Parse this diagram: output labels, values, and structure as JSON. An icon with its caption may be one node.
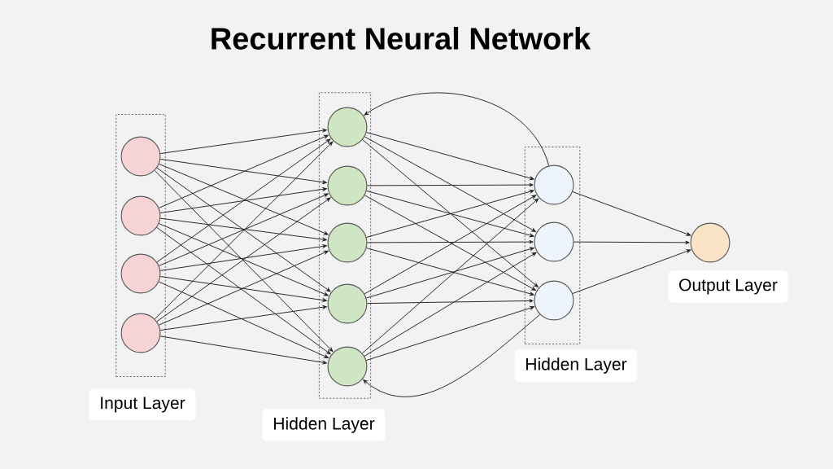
{
  "diagram": {
    "title": "Recurrent Neural Network",
    "nodes": [
      {
        "text": [],
        "shape": "box"
      },
      {
        "text": [],
        "shape": "circle",
        "in": 0
      },
      {
        "text": [],
        "shape": "circle",
        "in": 0
      },
      {
        "text": [],
        "shape": "circle",
        "in": 0
      },
      {
        "text": [],
        "shape": "circle",
        "in": 0
      },
      {
        "text": [],
        "shape": "box"
      },
      {
        "text": [],
        "shape": "circle",
        "in": 5
      },
      {
        "text": [],
        "shape": "circle",
        "in": 5
      },
      {
        "text": [],
        "shape": "circle",
        "in": 5
      },
      {
        "text": [],
        "shape": "circle",
        "in": 5
      },
      {
        "text": [],
        "shape": "circle",
        "in": 5
      },
      {
        "text": [],
        "shape": "box"
      },
      {
        "text": [],
        "shape": "circle",
        "in": 11
      },
      {
        "text": [],
        "shape": "circle",
        "in": 11
      },
      {
        "text": [],
        "shape": "circle",
        "in": 11
      },
      {
        "text": [],
        "shape": "circle"
      },
      {
        "text": [
          "Input Layer"
        ]
      },
      {
        "text": [
          "Hidden Layer"
        ]
      },
      {
        "text": [
          "Hidden Layer"
        ]
      },
      {
        "text": [
          "Output Layer"
        ]
      }
    ],
    "edges": [
      {
        "from": 1,
        "to": 6,
        "arrow": "to"
      },
      {
        "from": 1,
        "to": 7,
        "arrow": "to"
      },
      {
        "from": 1,
        "to": 8,
        "arrow": "to"
      },
      {
        "from": 1,
        "to": 9,
        "arrow": "to"
      },
      {
        "from": 1,
        "to": 10,
        "arrow": "to"
      },
      {
        "from": 2,
        "to": 6,
        "arrow": "to"
      },
      {
        "from": 2,
        "to": 7,
        "arrow": "to"
      },
      {
        "from": 2,
        "to": 8,
        "arrow": "to"
      },
      {
        "from": 2,
        "to": 9,
        "arrow": "to"
      },
      {
        "from": 2,
        "to": 10,
        "arrow": "to"
      },
      {
        "from": 3,
        "to": 6,
        "arrow": "to"
      },
      {
        "from": 3,
        "to": 7,
        "arrow": "to"
      },
      {
        "from": 3,
        "to": 8,
        "arrow": "to"
      },
      {
        "from": 3,
        "to": 9,
        "arrow": "to"
      },
      {
        "from": 3,
        "to": 10,
        "arrow": "to"
      },
      {
        "from": 4,
        "to": 6,
        "arrow": "to"
      },
      {
        "from": 4,
        "to": 7,
        "arrow": "to"
      },
      {
        "from": 4,
        "to": 8,
        "arrow": "to"
      },
      {
        "from": 4,
        "to": 9,
        "arrow": "to"
      },
      {
        "from": 4,
        "to": 10,
        "arrow": "to"
      },
      {
        "from": 6,
        "to": 12,
        "arrow": "to"
      },
      {
        "from": 6,
        "to": 13,
        "arrow": "to"
      },
      {
        "from": 6,
        "to": 14,
        "arrow": "to"
      },
      {
        "from": 7,
        "to": 12,
        "arrow": "to"
      },
      {
        "from": 7,
        "to": 13,
        "arrow": "to"
      },
      {
        "from": 7,
        "to": 14,
        "arrow": "to"
      },
      {
        "from": 8,
        "to": 12,
        "arrow": "to"
      },
      {
        "from": 8,
        "to": 13,
        "arrow": "to"
      },
      {
        "from": 8,
        "to": 14,
        "arrow": "to"
      },
      {
        "from": 9,
        "to": 12,
        "arrow": "to"
      },
      {
        "from": 9,
        "to": 13,
        "arrow": "to"
      },
      {
        "from": 9,
        "to": 14,
        "arrow": "to"
      },
      {
        "from": 10,
        "to": 12,
        "arrow": "to"
      },
      {
        "from": 10,
        "to": 13,
        "arrow": "to"
      },
      {
        "from": 10,
        "to": 14,
        "arrow": "to"
      },
      {
        "from": 12,
        "to": 15,
        "arrow": "to"
      },
      {
        "from": 13,
        "to": 15,
        "arrow": "to"
      },
      {
        "from": 14,
        "to": 15,
        "arrow": "to"
      },
      {
        "from": 12,
        "to": 6,
        "arrow": "to"
      },
      {
        "from": 14,
        "to": 10,
        "arrow": "to"
      }
    ]
  }
}
